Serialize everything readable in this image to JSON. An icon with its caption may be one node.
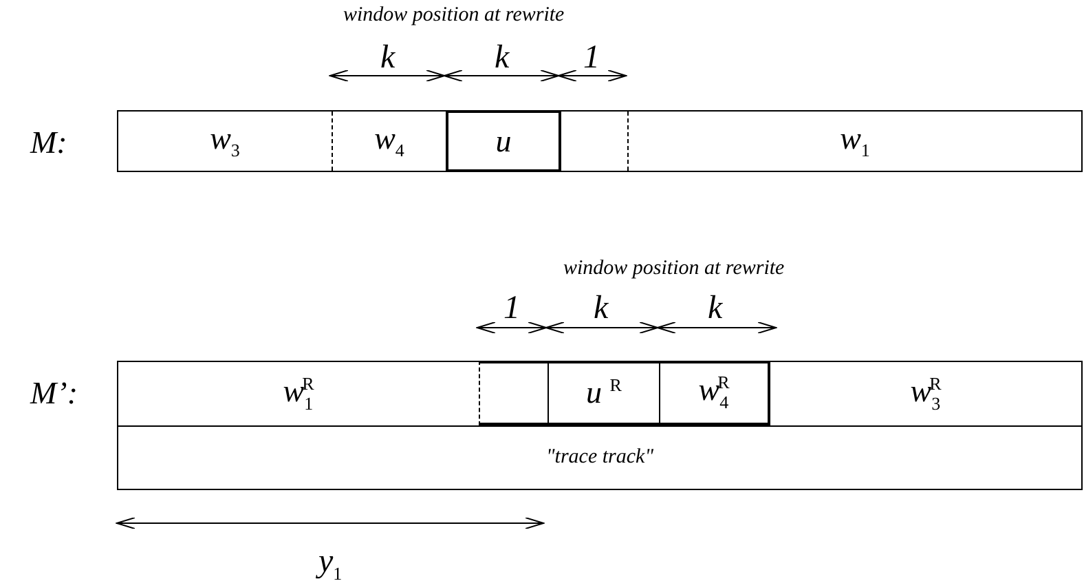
{
  "diagram": {
    "nodes": [
      {
        "text": [],
        "shape": "box",
        "beside": [
          "M:"
        ]
      },
      {
        "text": [
          "w$_{3}$"
        ],
        "in": 0
      },
      {
        "text": [
          "w$_{4}$"
        ],
        "in": 0
      },
      {
        "text": [
          "u"
        ],
        "in": 0
      },
      {
        "text": [],
        "shape": "box",
        "in": 0
      },
      {
        "text": [
          "w$_{1}$"
        ],
        "in": 0
      },
      {
        "text": [],
        "shape": "box",
        "beside": [
          "M’:"
        ]
      },
      {
        "text": [
          "w$_{1}$$^{R}$"
        ],
        "in": 6
      },
      {
        "text": [],
        "shape": "box",
        "in": 6
      },
      {
        "text": [
          "u $^{R}$"
        ],
        "in": 6
      },
      {
        "text": [
          "w$_{4}$$^{R}$"
        ],
        "in": 6
      },
      {
        "text": [
          "w$_{3}$$^{R}$"
        ],
        "in": 6
      },
      {
        "text": [
          "\"trace track\""
        ],
        "in": 6
      }
    ],
    "labels": [
      "window position at rewrite",
      "k",
      "k",
      "1",
      "window position at rewrite",
      "1",
      "k",
      "k",
      "y$_{1}$"
    ]
  }
}
